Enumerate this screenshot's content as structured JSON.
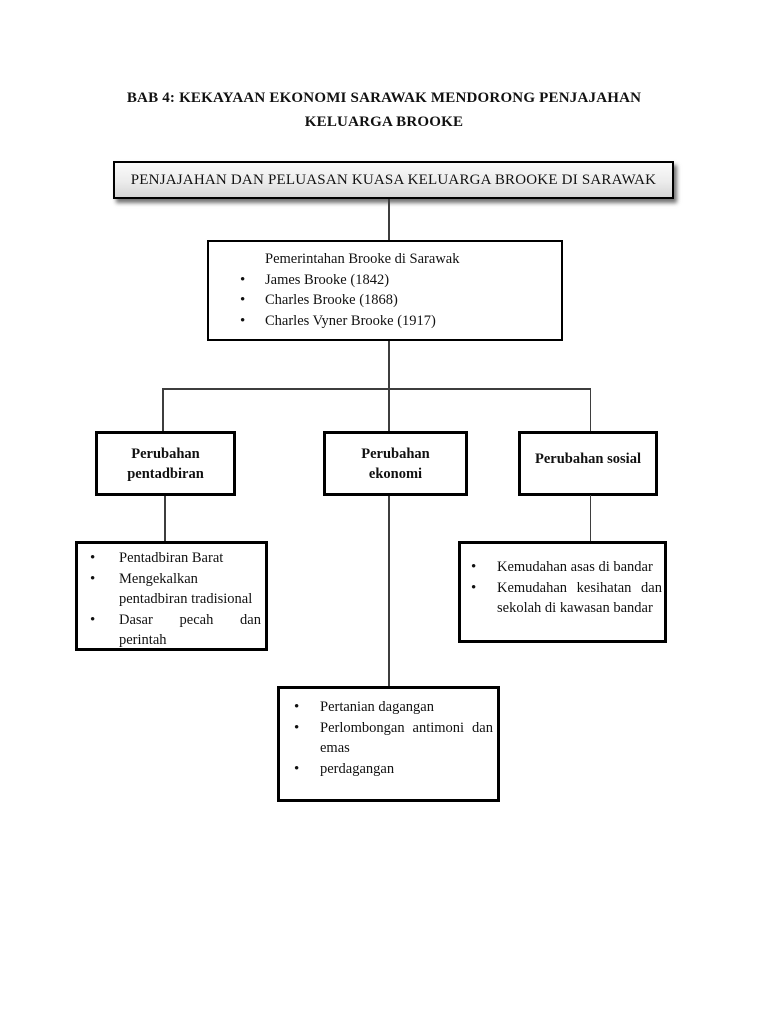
{
  "page": {
    "title": "BAB 4: KEKAYAAN EKONOMI SARAWAK MENDORONG PENJAJAHAN\nKELUARGA BROOKE"
  },
  "diagram": {
    "banner": "PENJAJAHAN DAN PELUASAN KUASA KELUARGA BROOKE DI SARAWAK",
    "rule_box": {
      "heading": "Pemerintahan Brooke di Sarawak",
      "items": [
        "James Brooke (1842)",
        "Charles Brooke (1868)",
        "Charles Vyner Brooke (1917)"
      ]
    },
    "branches": {
      "pentadbiran": {
        "label": "Perubahan\npentadbiran",
        "details": [
          "Pentadbiran Barat",
          "Mengekalkan pentadbiran tradisional",
          "Dasar pecah dan perintah"
        ]
      },
      "ekonomi": {
        "label": "Perubahan\nekonomi",
        "details": [
          "Pertanian dagangan",
          "Perlombongan antimoni dan emas",
          "perdagangan"
        ]
      },
      "sosial": {
        "label": "Perubahan sosial",
        "details": [
          "Kemudahan asas di bandar",
          "Kemudahan kesihatan dan sekolah di kawasan bandar"
        ]
      }
    }
  },
  "colors": {
    "text": "#111111",
    "box_border": "#000000",
    "connector_line": "#3e3e3e",
    "banner_fill_top": "#fbfbfb",
    "banner_fill_bottom": "#d6d6d6"
  }
}
